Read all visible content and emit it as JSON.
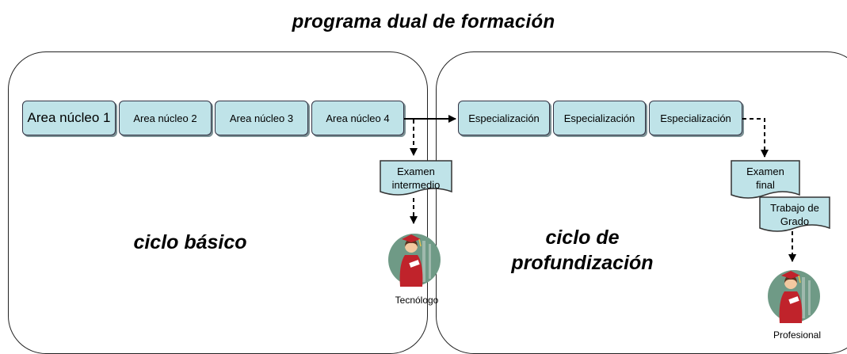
{
  "title": "programa dual de formación",
  "basic_cycle": {
    "label": "ciclo básico",
    "modules": [
      "Area núcleo 1",
      "Area núcleo 2",
      "Area núcleo 3",
      "Area núcleo 4"
    ],
    "exam": "Examen intermedio",
    "graduate": "Tecnólogo"
  },
  "deep_cycle": {
    "label_line1": "ciclo de",
    "label_line2": "profundización",
    "modules": [
      "Especialización",
      "Especialización",
      "Especialización"
    ],
    "exam": "Examen final",
    "thesis": "Trabajo de Grado",
    "graduate": "Profesional"
  },
  "colors": {
    "box_fill": "#bfe3e8",
    "border": "#222222",
    "gown": "#c0232b",
    "circle": "#6f9a86"
  },
  "icons": [
    "graduate-icon"
  ]
}
